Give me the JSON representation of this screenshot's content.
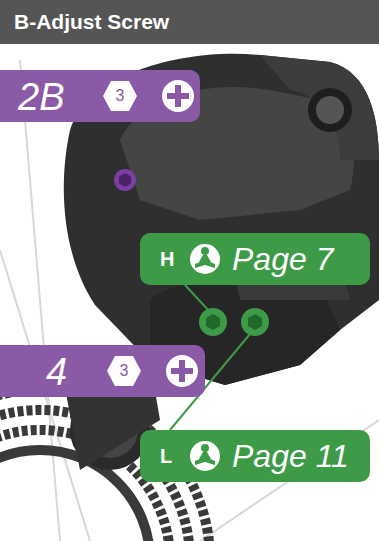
{
  "diagram": {
    "title": "B-Adjust Screw",
    "nodes": [
      {
        "text": [
          "2B"
        ]
      },
      {
        "text": [
          "3"
        ],
        "in": 0
      },
      {
        "text": [
          "H",
          "Page 7"
        ]
      },
      {
        "text": [
          "4"
        ]
      },
      {
        "text": [
          "3"
        ],
        "in": 3
      },
      {
        "text": [
          "L",
          "Page 11"
        ]
      }
    ]
  }
}
